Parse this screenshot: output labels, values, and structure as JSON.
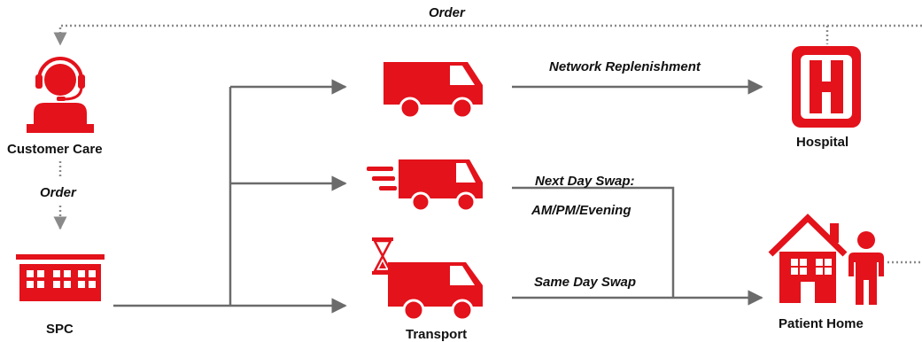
{
  "colors": {
    "accent": "#E3121B",
    "line": "#6b6b6b",
    "dotted": "#8a8a8a",
    "text": "#111111"
  },
  "icons": {
    "customer_care": "headset-agent-icon",
    "spc": "building-icon",
    "van_network": "delivery-van-icon",
    "van_next_day": "fast-delivery-van-icon",
    "van_same_day": "hourglass-delivery-van-icon",
    "hospital": "hospital-h-icon",
    "patient_home": "house-icon",
    "patient": "person-icon"
  },
  "labels": {
    "top_order": "Order",
    "left_order": "Order",
    "customer_care": "Customer Care",
    "spc": "SPC",
    "transport": "Transport",
    "hospital": "Hospital",
    "patient_home": "Patient Home",
    "network_replenishment": "Network Replenishment",
    "next_day_swap_line1": "Next Day Swap:",
    "next_day_swap_line2": "AM/PM/Evening",
    "same_day_swap": "Same Day Swap"
  }
}
